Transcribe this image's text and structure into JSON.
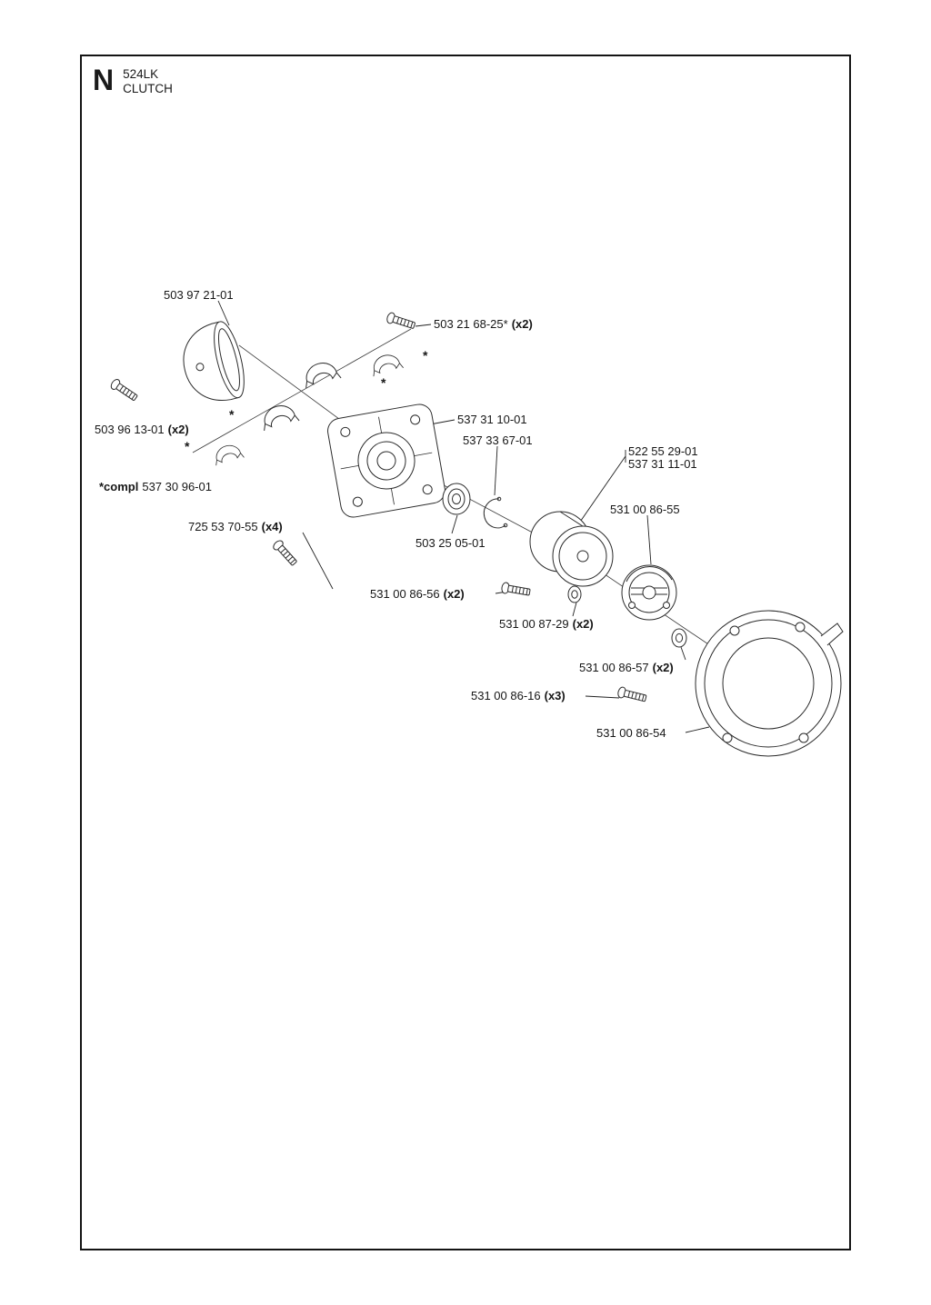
{
  "header": {
    "section_letter": "N",
    "model": "524LK",
    "title": "CLUTCH"
  },
  "asterisk_marker": "*",
  "labels": [
    {
      "prefix": "",
      "text": "503 97 21-01",
      "qty": ""
    },
    {
      "prefix": "",
      "text": "503 21 68-25*",
      "qty": "(x2)"
    },
    {
      "prefix": "",
      "text": "503 96 13-01",
      "qty": "(x2)"
    },
    {
      "prefix": "*compl",
      "text": "537 30 96-01",
      "qty": ""
    },
    {
      "prefix": "",
      "text": "725 53 70-55",
      "qty": "(x4)"
    },
    {
      "prefix": "",
      "text": "537 31 10-01",
      "qty": ""
    },
    {
      "prefix": "",
      "text": "537 33 67-01",
      "qty": ""
    },
    {
      "prefix": "",
      "text": "503 25 05-01",
      "qty": ""
    },
    {
      "prefix": "",
      "text": "522 55 29-01",
      "qty": ""
    },
    {
      "prefix": "",
      "text": "537 31 11-01",
      "qty": ""
    },
    {
      "prefix": "",
      "text": "531 00 86-55",
      "qty": ""
    },
    {
      "prefix": "",
      "text": "531 00 86-56",
      "qty": "(x2)"
    },
    {
      "prefix": "",
      "text": "531 00 87-29",
      "qty": "(x2)"
    },
    {
      "prefix": "",
      "text": "531 00 86-57",
      "qty": "(x2)"
    },
    {
      "prefix": "",
      "text": "531 00 86-16",
      "qty": "(x3)"
    },
    {
      "prefix": "",
      "text": "531 00 86-54",
      "qty": ""
    }
  ]
}
